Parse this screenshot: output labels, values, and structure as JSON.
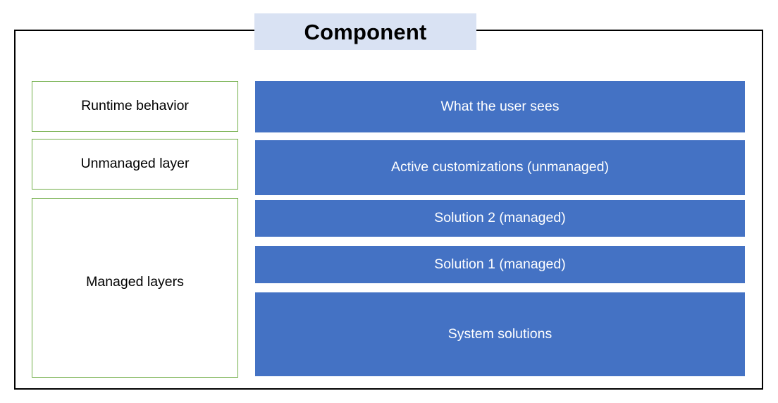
{
  "diagram": {
    "title": "Component",
    "colors": {
      "frame_border": "#000000",
      "title_background": "#D9E2F3",
      "group_border": "#70AD47",
      "layer_fill": "#4472C4",
      "layer_text": "#FFFFFF",
      "page_background": "#FFFFFF"
    },
    "groups": [
      {
        "label": "Runtime behavior"
      },
      {
        "label": "Unmanaged layer"
      },
      {
        "label": "Managed layers"
      }
    ],
    "layers": [
      {
        "label": "What the user sees"
      },
      {
        "label": "Active customizations (unmanaged)"
      },
      {
        "label": "Solution 2 (managed)"
      },
      {
        "label": "Solution 1 (managed)"
      },
      {
        "label": "System solutions"
      }
    ]
  }
}
